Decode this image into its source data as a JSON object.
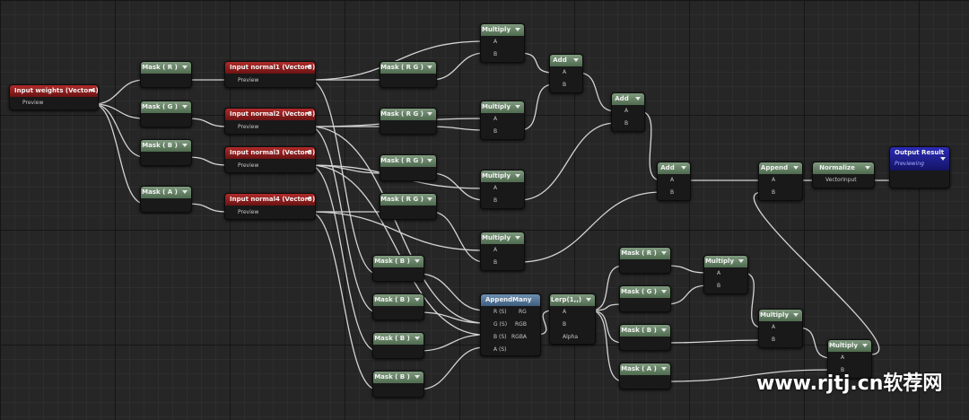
{
  "nodes": {
    "input_weights": {
      "title": "Input weights (Vector4)",
      "preview": "Preview"
    },
    "mask_r": {
      "title": "Mask ( R )"
    },
    "mask_g": {
      "title": "Mask ( G )"
    },
    "mask_b": {
      "title": "Mask ( B )"
    },
    "mask_a": {
      "title": "Mask ( A )"
    },
    "normal1": {
      "title": "Input normal1 (Vector3)",
      "preview": "Preview"
    },
    "normal2": {
      "title": "Input normal2 (Vector3)",
      "preview": "Preview"
    },
    "normal3": {
      "title": "Input normal3 (Vector3)",
      "preview": "Preview"
    },
    "normal4": {
      "title": "Input normal4 (Vector3)",
      "preview": "Preview"
    },
    "mask_rg1": {
      "title": "Mask ( R G )"
    },
    "mask_rg2": {
      "title": "Mask ( R G )"
    },
    "mask_rg3": {
      "title": "Mask ( R G )"
    },
    "mask_rg4": {
      "title": "Mask ( R G )"
    },
    "mult1": {
      "title": "Multiply",
      "a": "A",
      "b": "B"
    },
    "mult2": {
      "title": "Multiply",
      "a": "A",
      "b": "B"
    },
    "mult3": {
      "title": "Multiply",
      "a": "A",
      "b": "B"
    },
    "mult4": {
      "title": "Multiply",
      "a": "A",
      "b": "B"
    },
    "add1": {
      "title": "Add",
      "a": "A",
      "b": "B"
    },
    "add2": {
      "title": "Add",
      "a": "A",
      "b": "B"
    },
    "add3": {
      "title": "Add",
      "a": "A",
      "b": "B"
    },
    "append": {
      "title": "Append",
      "a": "A",
      "b": "B"
    },
    "normalize": {
      "title": "Normalize",
      "input": "VectorInput"
    },
    "output": {
      "title": "Output Result",
      "subtitle": "Previewing"
    },
    "mask_b1": {
      "title": "Mask ( B )"
    },
    "mask_b2": {
      "title": "Mask ( B )"
    },
    "mask_b3": {
      "title": "Mask ( B )"
    },
    "mask_b4": {
      "title": "Mask ( B )"
    },
    "appendmany": {
      "title": "AppendMany",
      "r": "R (S)",
      "g": "G (S)",
      "b": "B (S)",
      "a": "A (S)",
      "out_rg": "RG",
      "out_rgb": "RGB",
      "out_rgba": "RGBA"
    },
    "lerp": {
      "title": "Lerp(1,,)",
      "a": "A",
      "b": "B",
      "alpha": "Alpha"
    },
    "mask_r2": {
      "title": "Mask ( R )"
    },
    "mask_g2": {
      "title": "Mask ( G )"
    },
    "mask_b5": {
      "title": "Mask ( B )"
    },
    "mask_a2": {
      "title": "Mask ( A )"
    },
    "mult5": {
      "title": "Multiply",
      "a": "A",
      "b": "B"
    },
    "mult6": {
      "title": "Multiply",
      "a": "A",
      "b": "B"
    },
    "mult7": {
      "title": "Multiply",
      "a": "A",
      "b": "B"
    }
  },
  "colors": {
    "wire": "#d4d4d4",
    "mask_header": "#66806a",
    "input_header": "#9a1f1f",
    "output_header": "#22229a",
    "appendmany_header": "#587a9c"
  },
  "watermark": "www.rjtj.cn软荐网"
}
